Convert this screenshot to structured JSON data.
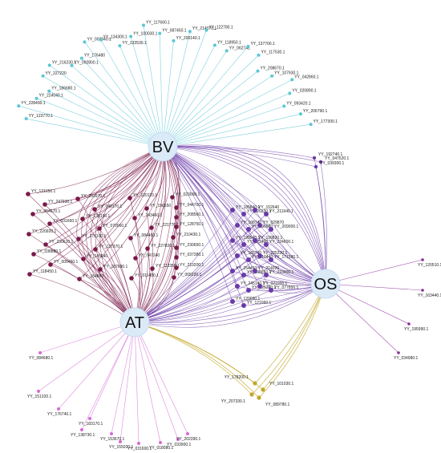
{
  "hubs": [
    {
      "id": "BV",
      "label": "BV"
    },
    {
      "id": "AT",
      "label": "AT"
    },
    {
      "id": "OS",
      "label": "OS"
    }
  ],
  "colors": {
    "BV_only": "#5bc6d6",
    "BV_AT": "#7a1a4a",
    "BV_AT_OS": "#6a3aa8",
    "BV_OS": "#6a3aa8",
    "OS_only": "#8a2a9a",
    "AT_only": "#d66ad6",
    "AT_OS": "#c2a628",
    "hub_fill": "#dbeaf7",
    "hub_stroke": "#c8dcf0"
  },
  "groups": {
    "BV_only": [
      "YY_123770.1",
      "YY_228490.1",
      "YY_224040.1",
      "YY_186680.1",
      "YY_227220",
      "YY_216230.1",
      "YY_092800.1",
      "YY_176480",
      "YY_003840.1",
      "YY_134300.1",
      "YY_133530.1",
      "YY_100030.1",
      "YY_117660.1",
      "YY_087450.1",
      "YY_200140.1",
      "YY_214070.1",
      "YY_122780.1",
      "YY_118950.1",
      "YY_062741",
      "YY_137700.1",
      "YY_117530.1",
      "YY_208670.1",
      "YY_107930.1",
      "YY_042860.1",
      "YY_020890.1",
      "YY_093420.1",
      "YY_206790.1",
      "YY_177300.1"
    ],
    "BV_OS": [
      "YY_192740.1",
      "YY_047520.1",
      "YY_039300.1"
    ],
    "OS_only": [
      "YY_120510.1",
      "YY_163440.1",
      "YY_195990.1",
      "YY_034980.1"
    ],
    "BV_AT": [
      "YY_121050.1",
      "YY_253970.1",
      "YY_120110.1",
      "YY_023060.1",
      "YY_247930.1",
      "YY_040170.1",
      "YY_196550",
      "YY_044700.1",
      "YY_054670.1",
      "YY_130150.1",
      "YY_243460.1",
      "YY_208560.1",
      "YY_031660.1",
      "YY_070060.1",
      "YY_221770.1",
      "YY_128750.1",
      "YY_220920.1",
      "YY_176100.1",
      "YY_084460.1",
      "YY_210430.1",
      "YY_230610.1",
      "YY_137370.1",
      "YY_227820.1",
      "YY_230650.1",
      "YY_038880.1",
      "YY_145040",
      "YY_047240",
      "YY_037380.1",
      "YY_005460.1",
      "YY_187690.1",
      "YY_112350.1",
      "YY_210200.1",
      "YY_118450.1",
      "YY_154880",
      "YY_011480.1",
      "YY_065220.1"
    ],
    "BV_AT_OS": [
      "YY_185840.1",
      "YY_026230.1",
      "YY_152640",
      "YY_211940.1",
      "YY_108740",
      "YY_196980",
      "YY_029870",
      "YY_209000.1",
      "YY_199540.1",
      "YY_222400",
      "YY_199820.1",
      "YY_224600.1",
      "YY_165740",
      "YY_210440",
      "YY_225330.1",
      "YY_171580.1",
      "YY_254450",
      "YY_196550.1",
      "YY_214020",
      "YY_210400.1",
      "YY_245140.1",
      "YY_125390.1",
      "YY_021000.1",
      "YY_077850.1",
      "YY_120090.1",
      "YY_121060.1"
    ],
    "AT_OS": [
      "YY_178200.1",
      "YY_101030.1",
      "YY_207330.1",
      "YY_089780.1"
    ],
    "AT_only": [
      "YY_084680.1",
      "YY_151320.1",
      "YY_176740.1",
      "YY_183170.1",
      "YY_138730.1",
      "YY_153670.1",
      "YY_155030.1",
      "YY_031600.1",
      "YY_018080.1",
      "YY_033900.1",
      "YY_202390.1"
    ]
  }
}
